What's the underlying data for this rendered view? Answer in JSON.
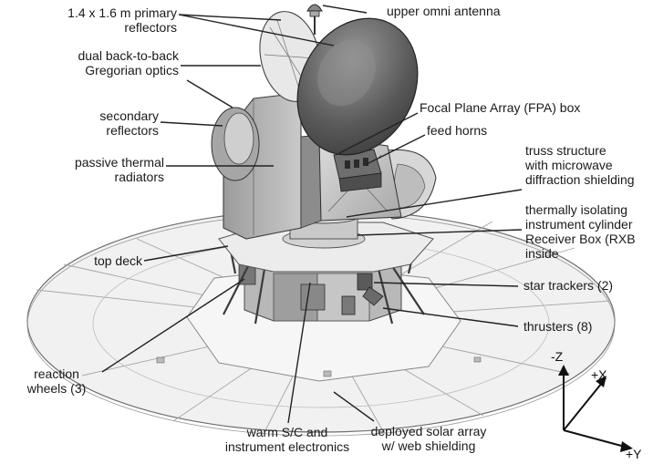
{
  "labels": {
    "primary_reflectors": "1.4 x 1.6 m primary\nreflectors",
    "upper_omni": "upper omni antenna",
    "gregorian": "dual back-to-back\nGregorian optics",
    "secondary": "secondary\nreflectors",
    "fpa_box": "Focal Plane Array (FPA) box",
    "feed_horns": "feed horns",
    "radiators": "passive thermal\nradiators",
    "truss": "truss structure\nwith microwave\ndiffraction shielding",
    "cylinder": "thermally isolating\ninstrument cylinder\nReceiver Box (RXB\ninside",
    "top_deck": "top deck",
    "star_trackers": "star trackers (2)",
    "thrusters": "thrusters (8)",
    "reaction_wheels": "reaction\nwheels (3)",
    "electronics": "warm S/C and\ninstrument electronics",
    "solar_array": "deployed solar array\nw/ web shielding"
  },
  "axes": {
    "z": "-Z",
    "x": "+X",
    "y": "+Y"
  }
}
